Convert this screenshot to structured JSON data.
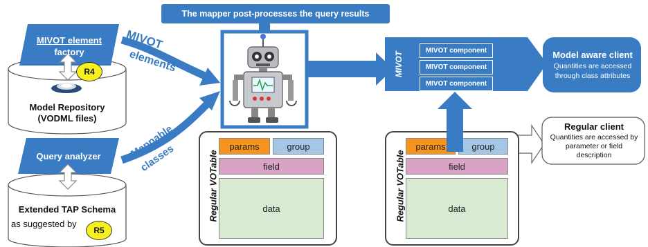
{
  "banner": "The mapper post-processes the query results",
  "left": {
    "factory": [
      "MIVOT element",
      "factory"
    ],
    "factory_r": "R4",
    "repository": [
      "Model Repository",
      "(VODML files)"
    ],
    "analyzer": "Query analyzer",
    "schema": [
      "Extended TAP Schema",
      "as suggested by"
    ],
    "schema_r": "R5"
  },
  "flow": {
    "elements": [
      "MIVOT",
      "elements"
    ],
    "classes": [
      "Mappable",
      "classes"
    ]
  },
  "votable": {
    "side_label": "Regular VOTable",
    "params": "params",
    "group": "group",
    "field": "field",
    "data": "data"
  },
  "mivot": {
    "side_label": "MIVOT",
    "components": [
      "MIVOT component",
      "MIVOT component",
      "MIVOT component"
    ]
  },
  "model_client": {
    "title": "Model aware client",
    "desc": [
      "Quantities are accessed",
      "through class attributes"
    ]
  },
  "regular_client": {
    "title": "Regular client",
    "desc": [
      "Quantities  are accessed by",
      "parameter or field",
      "description"
    ]
  },
  "colors": {
    "blue": "#3a7cc4",
    "orange": "#f7941d",
    "light_blue": "#a6c6e6",
    "pink": "#d9a3c5",
    "green": "#d9ead3",
    "yellow": "#f7f01e"
  }
}
